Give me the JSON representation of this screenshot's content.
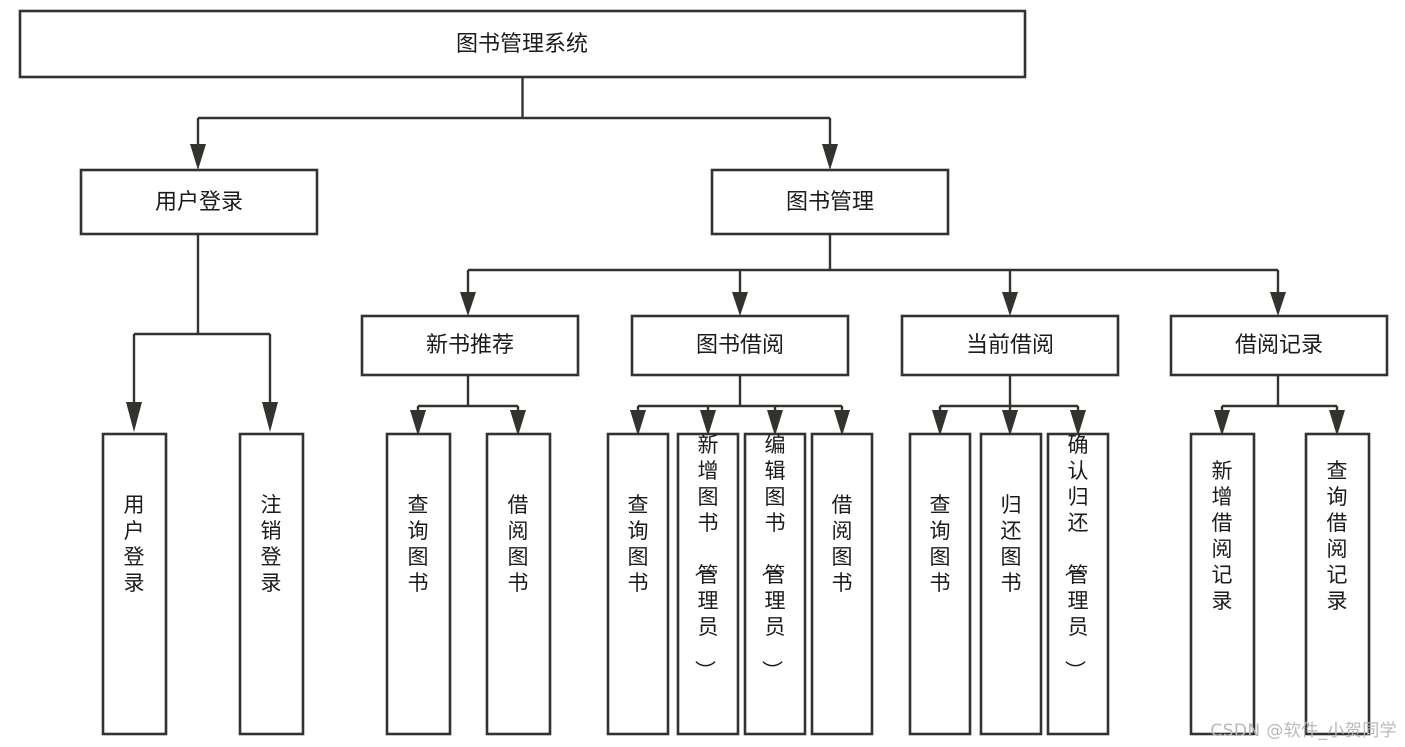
{
  "diagram": {
    "type": "tree-hierarchy",
    "title": "图书管理系统",
    "watermark": "CSDN @软件_小贺同学",
    "colors": {
      "box_stroke": "#33322f",
      "box_fill": "#ffffff",
      "edge": "#33322f",
      "text": "#1b1b1b",
      "watermark": "#b9b9b9",
      "background": "#ffffff"
    },
    "levels": [
      {
        "level": 0,
        "nodes": [
          {
            "id": "root",
            "label": "图书管理系统",
            "orientation": "horizontal"
          }
        ]
      },
      {
        "level": 1,
        "nodes": [
          {
            "id": "user-login",
            "label": "用户登录",
            "orientation": "horizontal",
            "parent": "root"
          },
          {
            "id": "book-manage",
            "label": "图书管理",
            "orientation": "horizontal",
            "parent": "root"
          }
        ]
      },
      {
        "level": 2,
        "nodes": [
          {
            "id": "new-book-rec",
            "label": "新书推荐",
            "orientation": "horizontal",
            "parent": "book-manage"
          },
          {
            "id": "book-borrow",
            "label": "图书借阅",
            "orientation": "horizontal",
            "parent": "book-manage"
          },
          {
            "id": "current-borrow",
            "label": "当前借阅",
            "orientation": "horizontal",
            "parent": "book-manage"
          },
          {
            "id": "borrow-record",
            "label": "借阅记录",
            "orientation": "horizontal",
            "parent": "book-manage"
          }
        ]
      },
      {
        "level": 3,
        "nodes": [
          {
            "id": "leaf-user-login",
            "label": "用户登录",
            "orientation": "vertical",
            "parent": "user-login"
          },
          {
            "id": "leaf-logout",
            "label": "注销登录",
            "orientation": "vertical",
            "parent": "user-login"
          },
          {
            "id": "leaf-query-book-1",
            "label": "查询图书",
            "orientation": "vertical",
            "parent": "new-book-rec"
          },
          {
            "id": "leaf-borrow-book-1",
            "label": "借阅图书",
            "orientation": "vertical",
            "parent": "new-book-rec"
          },
          {
            "id": "leaf-query-book-2",
            "label": "查询图书",
            "orientation": "vertical",
            "parent": "book-borrow"
          },
          {
            "id": "leaf-add-book",
            "label": "新增图书（管理员）",
            "orientation": "vertical",
            "parent": "book-borrow"
          },
          {
            "id": "leaf-edit-book",
            "label": "编辑图书（管理员）",
            "orientation": "vertical",
            "parent": "book-borrow"
          },
          {
            "id": "leaf-borrow-book-2",
            "label": "借阅图书",
            "orientation": "vertical",
            "parent": "book-borrow"
          },
          {
            "id": "leaf-query-book-3",
            "label": "查询图书",
            "orientation": "vertical",
            "parent": "current-borrow"
          },
          {
            "id": "leaf-return-book",
            "label": "归还图书",
            "orientation": "vertical",
            "parent": "current-borrow"
          },
          {
            "id": "leaf-confirm-return",
            "label": "确认归还（管理员）",
            "orientation": "vertical",
            "parent": "current-borrow"
          },
          {
            "id": "leaf-add-record",
            "label": "新增借阅记录",
            "orientation": "vertical",
            "parent": "borrow-record"
          },
          {
            "id": "leaf-query-record",
            "label": "查询借阅记录",
            "orientation": "vertical",
            "parent": "borrow-record"
          }
        ]
      }
    ]
  }
}
